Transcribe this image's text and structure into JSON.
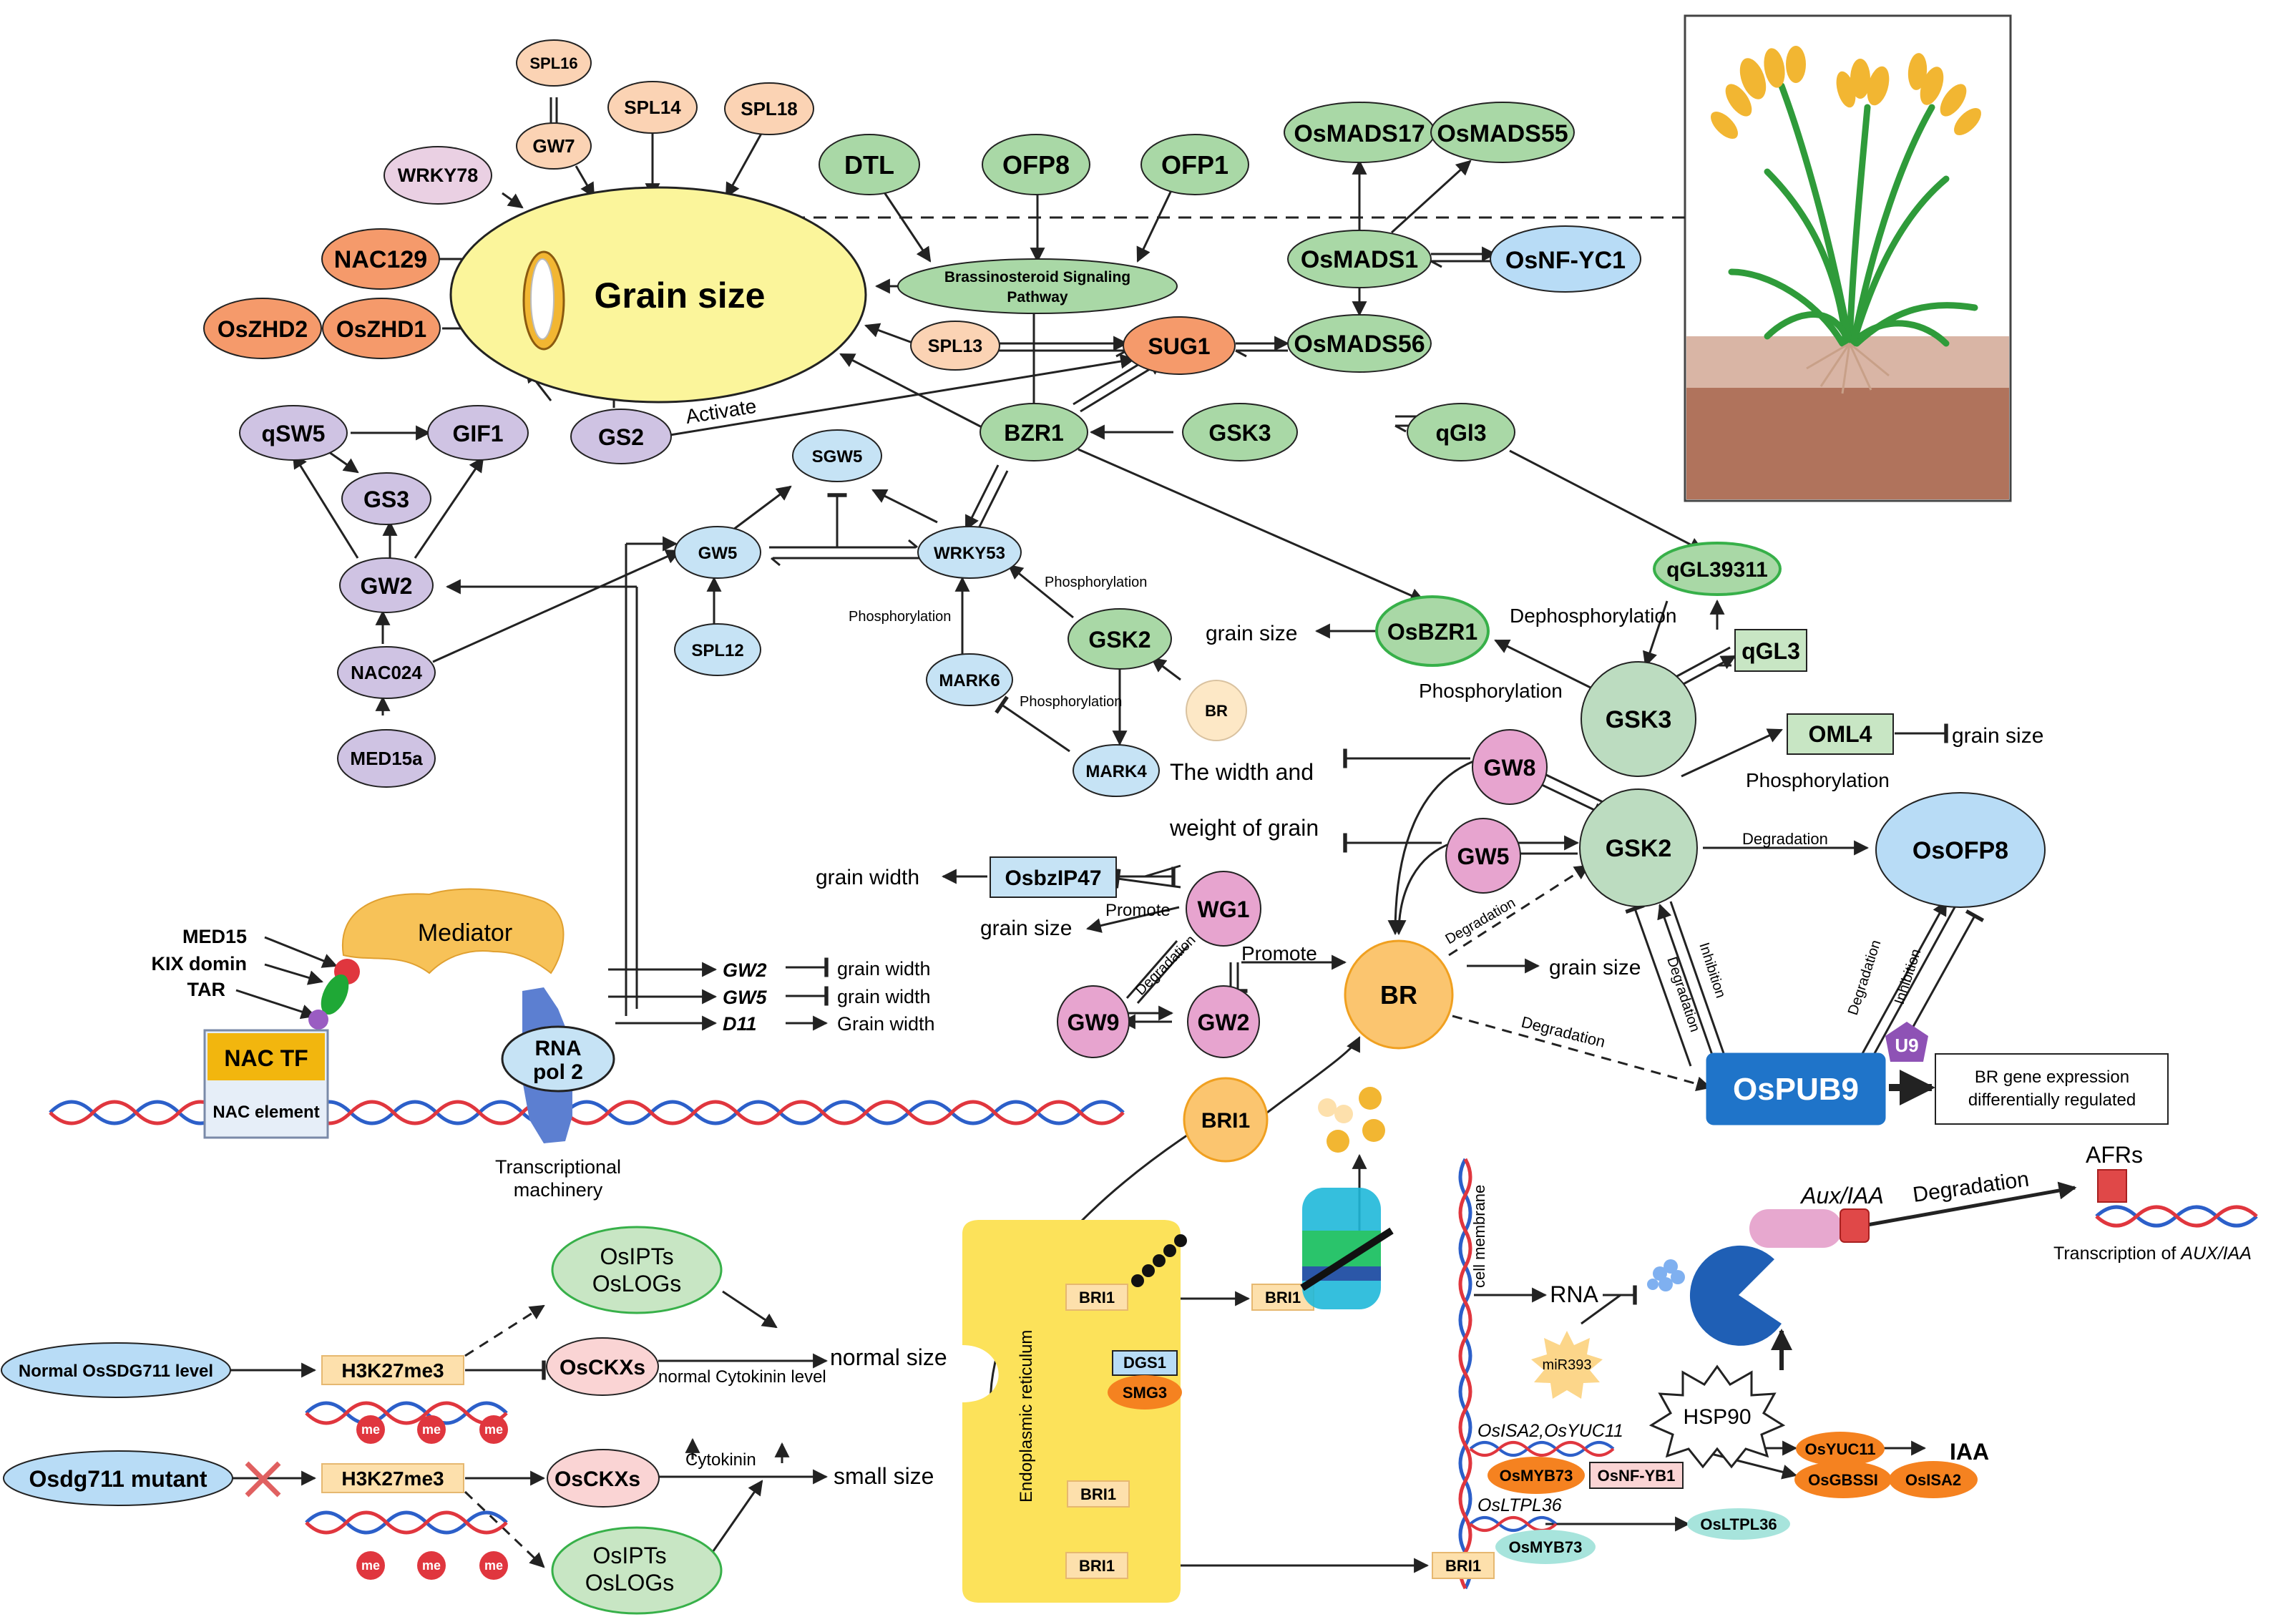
{
  "colors": {
    "purple": "#cfc3e3",
    "orange_light": "#fbd3b4",
    "orange": "#f59a6b",
    "pink_light": "#ead0e3",
    "green": "#a9d8a6",
    "blue": "#c6e3f5",
    "pink": "#e7a4cf",
    "yellow": "#fbf59b",
    "bright_orange": "#fbc56f",
    "dark_blue": "#1f74c9"
  },
  "nodes": {
    "spl16": "SPL16",
    "gw7": "GW7",
    "spl14": "SPL14",
    "spl18": "SPL18",
    "wrky78": "WRKY78",
    "nac129": "NAC129",
    "oszhd2": "OsZHD2",
    "oszhd1": "OsZHD1",
    "grain_size": "Grain size",
    "dtl": "DTL",
    "ofp8": "OFP8",
    "ofp1": "OFP1",
    "br_pathway_line1": "Brassinosteroid Signaling",
    "br_pathway_line2": "Pathway",
    "spl13": "SPL13",
    "sug1": "SUG1",
    "osmads17": "OsMADS17",
    "osmads55": "OsMADS55",
    "osmads1": "OsMADS1",
    "osnfyc1": "OsNF-YC1",
    "osmads56": "OsMADS56",
    "qsw5": "qSW5",
    "gif1": "GIF1",
    "gs2": "GS2",
    "gs3": "GS3",
    "gw2": "GW2",
    "nac024": "NAC024",
    "med15a": "MED15a",
    "sgw5": "SGW5",
    "bzr1": "BZR1",
    "gsk3_top": "GSK3",
    "qgl3_top": "qGl3",
    "gw5_blue": "GW5",
    "wrky53": "WRKY53",
    "spl12": "SPL12",
    "mark6": "MARK6",
    "gsk2_green": "GSK2",
    "br_small": "BR",
    "mark4": "MARK4",
    "qgl39311": "qGL39311",
    "osbzr1": "OsBZR1",
    "qgl3_box": "qGL3",
    "gsk3_big": "GSK3",
    "gw8": "GW8",
    "gw5_pink": "GW5",
    "gsk2_big": "GSK2",
    "oml4": "OML4",
    "osofp8": "OsOFP8",
    "osbzip47": "OsbzIP47",
    "wg1": "WG1",
    "gw9": "GW9",
    "gw2_pink": "GW2",
    "br_big": "BR",
    "bri1_top": "BRI1",
    "ospub9": "OsPUB9",
    "u9": "U9",
    "br_gene_line1": "BR gene expression",
    "br_gene_line2": "differentially regulated",
    "med15": "MED15",
    "kix": "KIX domin",
    "tar": "TAR",
    "mediator": "Mediator",
    "nac_tf": "NAC  TF",
    "nac_element": "NAC element",
    "rna_pol_line1": "RNA",
    "rna_pol_line2": "pol 2",
    "trans_mach_line1": "Transcriptional",
    "trans_mach_line2": "machinery",
    "normal_ossdg": "Normal OsSDG711 level",
    "osdg711": "Osdg711 mutant",
    "h3k27_1": "H3K27me3",
    "h3k27_2": "H3K27me3",
    "osipts1_l1": "OsIPTs",
    "osipts1_l2": "OsLOGs",
    "osckxs1": "OsCKXs",
    "osckxs2": "OsCKXs",
    "osipts2_l1": "OsIPTs",
    "osipts2_l2": "OsLOGs",
    "me": "me",
    "er_label": "Endoplasmic reticulum",
    "bri1": "BRI1",
    "dgs1": "DGS1",
    "smg3": "SMG3",
    "cell_membrane": "cell membrane",
    "rna": "RNA",
    "mir393": "miR393",
    "hsp90": "HSP90",
    "aux_iaa": "Aux/IAA",
    "afrs": "AFRs",
    "transcription_aux_prefix": "Transcription of ",
    "transcription_aux_em": "AUX/IAA",
    "osisa2_yuc11_label": "OsISA2,OsYUC11",
    "osmyb73": "OsMYB73",
    "osnfyb1": "OsNF-YB1",
    "osyuc11": "OsYUC11",
    "iaa": "IAA",
    "osgbssi": "OsGBSSI",
    "osisa2": "OsISA2",
    "osltpl36_label": "OsLTPL36",
    "osmyb73_b": "OsMYB73",
    "osltpl36": "OsLTPL36"
  },
  "labels": {
    "activate": "Activate",
    "phosphorylation": "Phosphorylation",
    "dephosphorylation": "Dephosphorylation",
    "grain_size": "grain size",
    "grain_width": "grain width",
    "grain_width_cap": "Grain width",
    "width_weight_l1": "The width and",
    "width_weight_l2": "weight of grain",
    "degradation": "Degradation",
    "inhibition": "Inhibition",
    "promote": "Promote",
    "gw2_i": "GW2",
    "gw5_i": "GW5",
    "d11_i": "D11",
    "normal_size": "normal size",
    "normal_cyto": "normal Cytokinin level",
    "cytokinin": "Cytokinin",
    "small_size": "small size"
  }
}
